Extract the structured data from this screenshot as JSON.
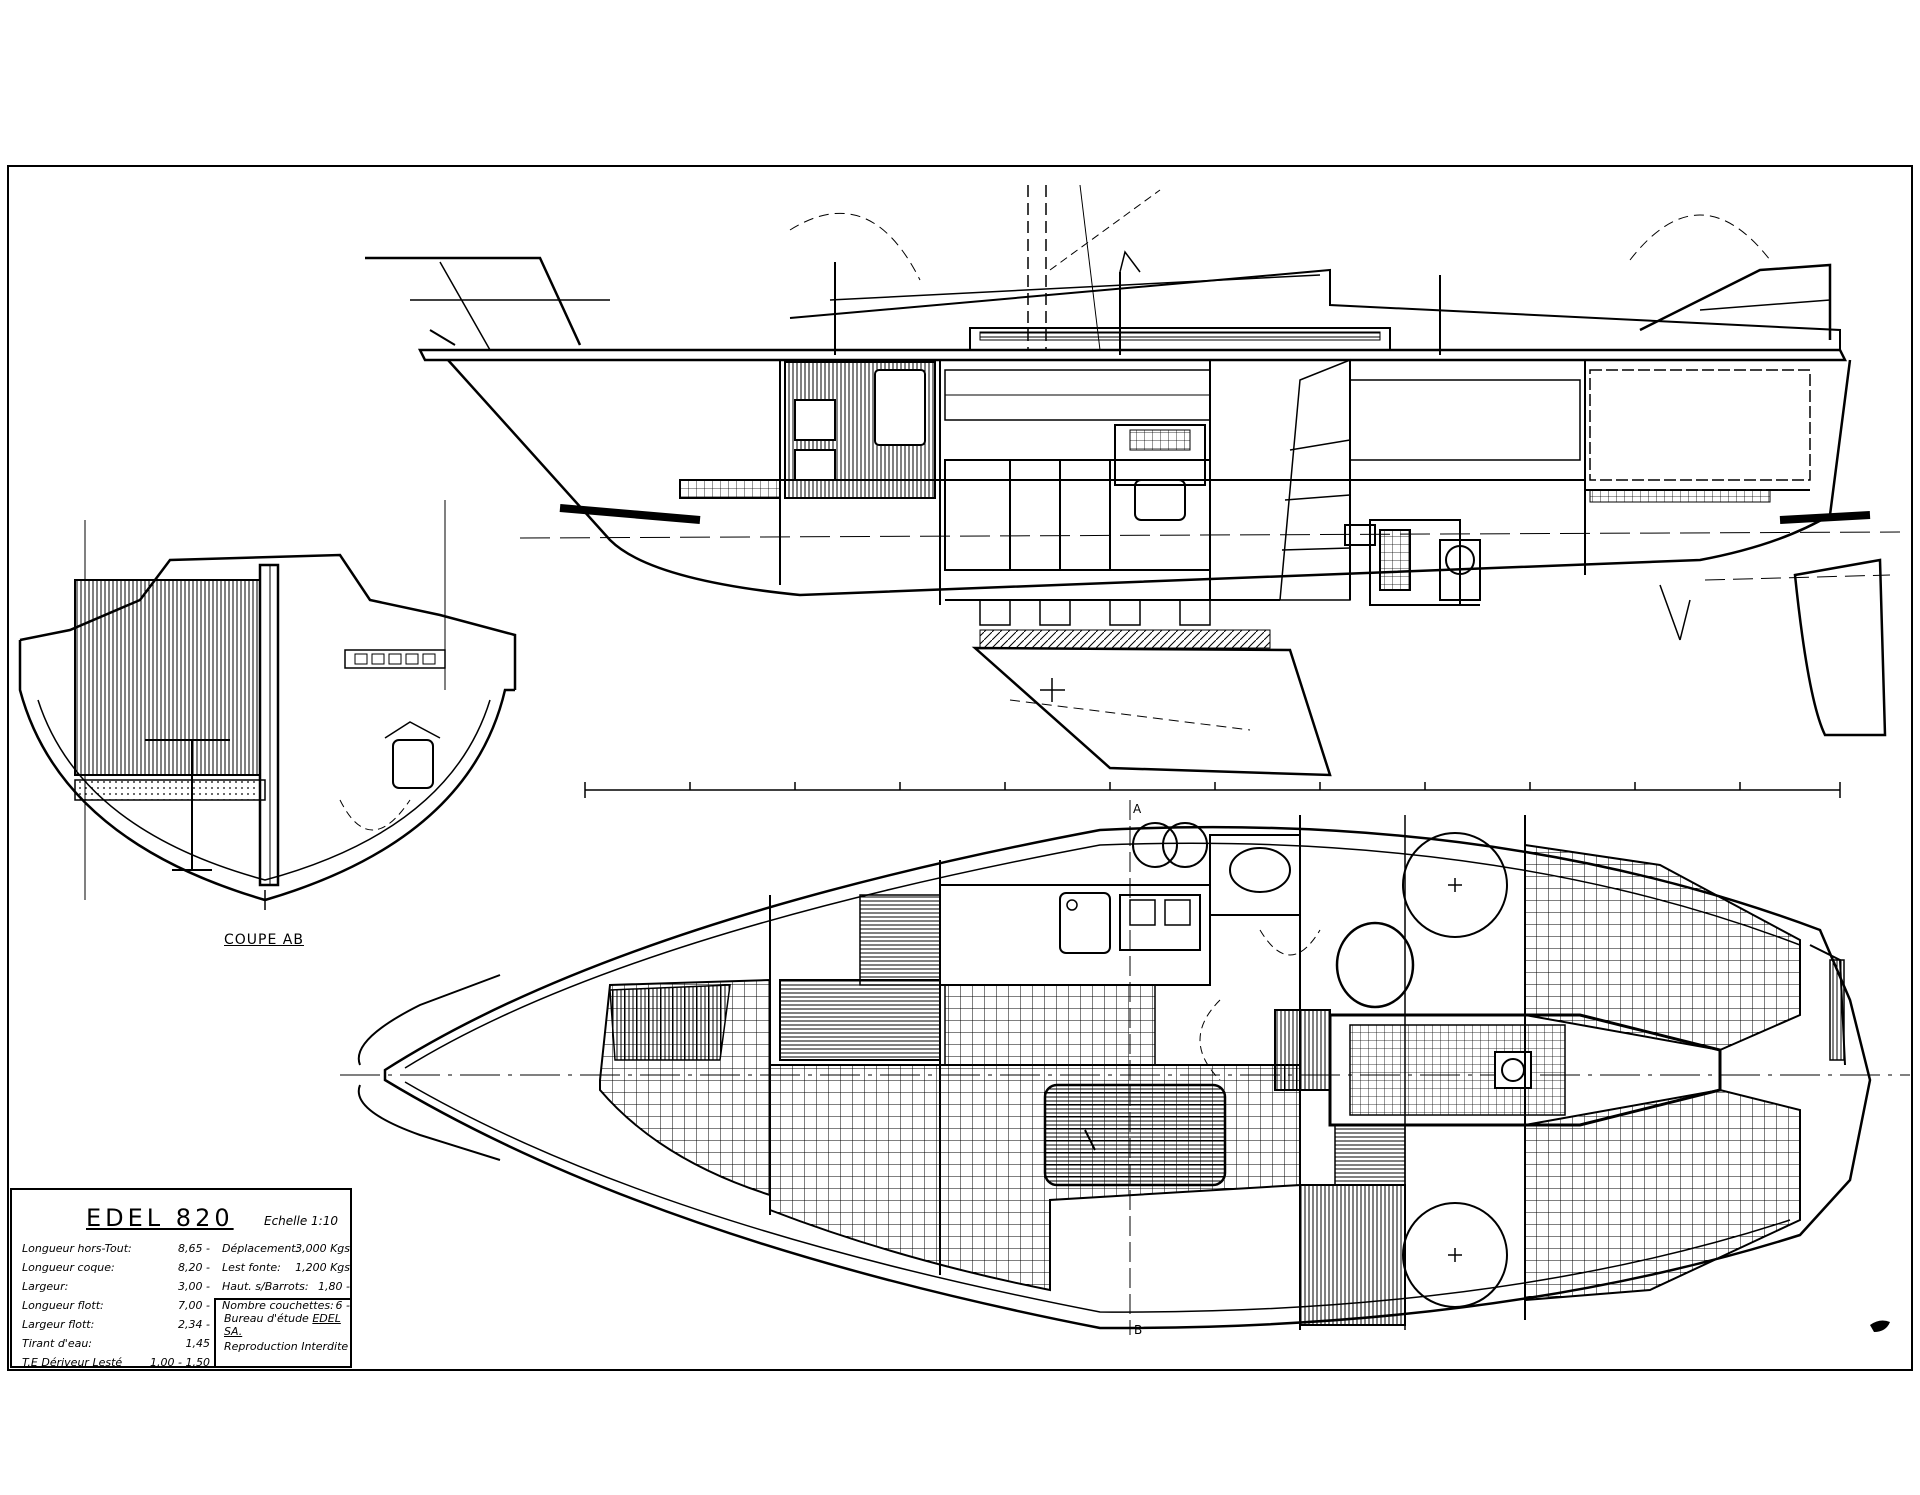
{
  "drawing": {
    "section_label": "COUPE AB",
    "marker_a": "A",
    "marker_b": "B"
  },
  "cartouche": {
    "title": "EDEL 820",
    "scale": "Echelle 1:10",
    "specs_left": [
      {
        "label": "Longueur hors-Tout:",
        "value": "8,65 -"
      },
      {
        "label": "Longueur coque:",
        "value": "8,20 -"
      },
      {
        "label": "Largeur:",
        "value": "3,00 -"
      },
      {
        "label": "Longueur flott:",
        "value": "7,00 -"
      },
      {
        "label": "Largeur flott:",
        "value": "2,34 -"
      },
      {
        "label": "Tirant d'eau:",
        "value": "1,45"
      },
      {
        "label": "T.E Dériveur Lesté",
        "value": "1,00 - 1,50"
      }
    ],
    "specs_right": [
      {
        "label": "Déplacement:",
        "value": "3,000 Kgs"
      },
      {
        "label": "Lest fonte:",
        "value": "1,200 Kgs"
      },
      {
        "label": "Haut. s/Barrots:",
        "value": "1,80 -"
      },
      {
        "label": "Nombre couchettes:",
        "value": "6 -"
      }
    ],
    "bureau_prefix": "Bureau d'étude",
    "bureau_name": "EDEL SA.",
    "reproduction": "Reproduction Interdite"
  },
  "colors": {
    "ink": "#000000",
    "paper": "#ffffff"
  }
}
